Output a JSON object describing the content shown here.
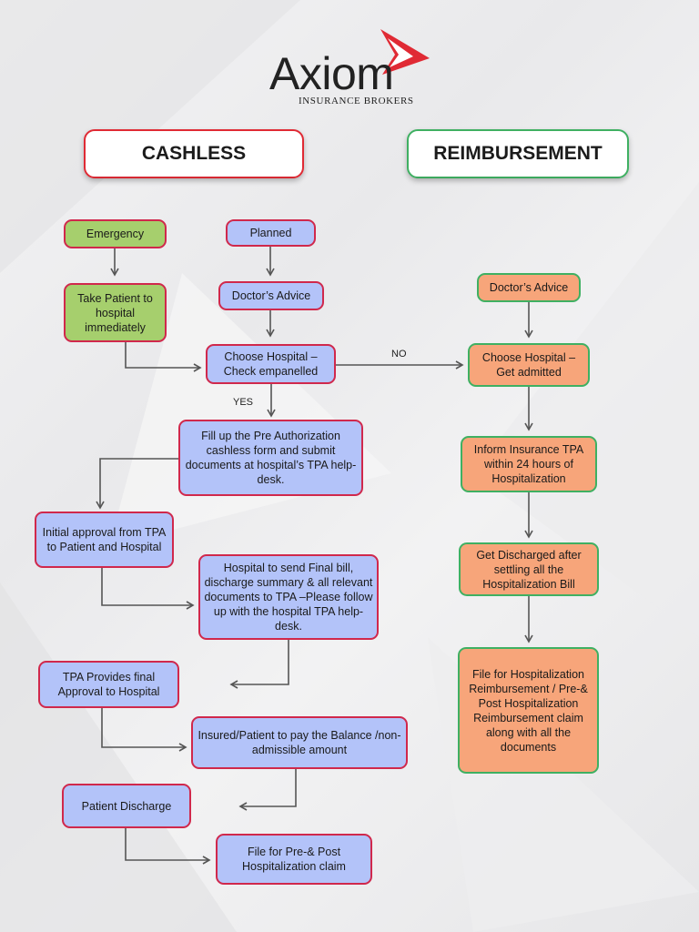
{
  "logo": {
    "name": "Axiom",
    "tagline": "INSURANCE BROKERS",
    "brand_color": "#e02a34"
  },
  "headers": {
    "cashless": "CASHLESS",
    "reimbursement": "REIMBURSEMENT"
  },
  "cashless": {
    "emergency": "Emergency",
    "planned": "Planned",
    "take_patient": "Take Patient to hospital immediately",
    "doctors_advice": "Doctor’s Advice",
    "choose_hospital": "Choose Hospital – Check empanelled",
    "pre_auth": "Fill up the Pre Authorization cashless form and submit documents at hospital’s TPA help-desk.",
    "initial_approval": "Initial approval from TPA to Patient and Hospital",
    "final_bill": "Hospital to send Final bill, discharge summary & all relevant documents to TPA –Please follow up with the hospital TPA help-desk.",
    "tpa_final": "TPA Provides final Approval to Hospital",
    "insured_pay": "Insured/Patient to pay the Balance /non-admissible amount",
    "discharge": "Patient Discharge",
    "file_pre_post": "File for Pre-& Post Hospitalization claim"
  },
  "reimbursement": {
    "doctors_advice": "Doctor’s Advice",
    "choose_hospital": "Choose Hospital – Get admitted",
    "inform_tpa": "Inform Insurance TPA within 24 hours of Hospitalization",
    "discharged": "Get Discharged after settling all the Hospitalization Bill",
    "file_claim": "File for Hospitalization Reimbursement / Pre-& Post Hospitalization Reimbursement claim along with all the documents"
  },
  "edge_labels": {
    "no": "NO",
    "yes": "YES"
  },
  "colors": {
    "green_node": "#a6cf6d",
    "blue_node": "#b3c3f9",
    "orange_node": "#f7a57a",
    "node_border_red": "#d0284c",
    "node_border_green": "#3fb062"
  }
}
